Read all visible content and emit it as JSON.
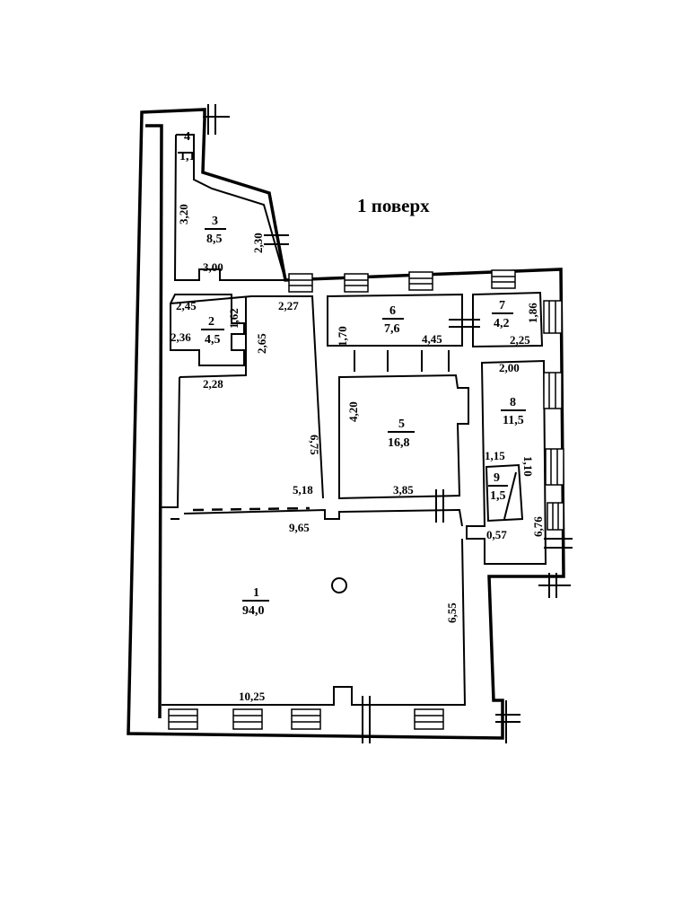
{
  "title": "1 поверх",
  "rooms": [
    {
      "id": "1",
      "number": "1",
      "area": "94,0"
    },
    {
      "id": "2",
      "number": "2",
      "area": "4,5"
    },
    {
      "id": "3",
      "number": "3",
      "area": "8,5"
    },
    {
      "id": "4",
      "number": "4",
      "area": "1,1"
    },
    {
      "id": "5",
      "number": "5",
      "area": "16,8"
    },
    {
      "id": "6",
      "number": "6",
      "area": "7,6"
    },
    {
      "id": "7",
      "number": "7",
      "area": "4,2"
    },
    {
      "id": "8",
      "number": "8",
      "area": "11,5"
    },
    {
      "id": "9",
      "number": "9",
      "area": "1,5"
    }
  ],
  "dimensions": {
    "d_3_20": "3,20",
    "d_2_30": "2,30",
    "d_3_00": "3,00",
    "d_2_45": "2,45",
    "d_1_62": "1,62",
    "d_2_36": "2,36",
    "d_2_65": "2,65",
    "d_2_27": "2,27",
    "d_2_28": "2,28",
    "d_6_75": "6,75",
    "d_5_18": "5,18",
    "d_9_65": "9,65",
    "d_1_70": "1,70",
    "d_4_45": "4,45",
    "d_1_86": "1,86",
    "d_2_25": "2,25",
    "d_2_00": "2,00",
    "d_4_20": "4,20",
    "d_3_85": "3,85",
    "d_1_15": "1,15",
    "d_1_10": "1,10",
    "d_6_76": "6,76",
    "d_0_57": "0,57",
    "d_6_55": "6,55",
    "d_10_25": "10,25"
  }
}
